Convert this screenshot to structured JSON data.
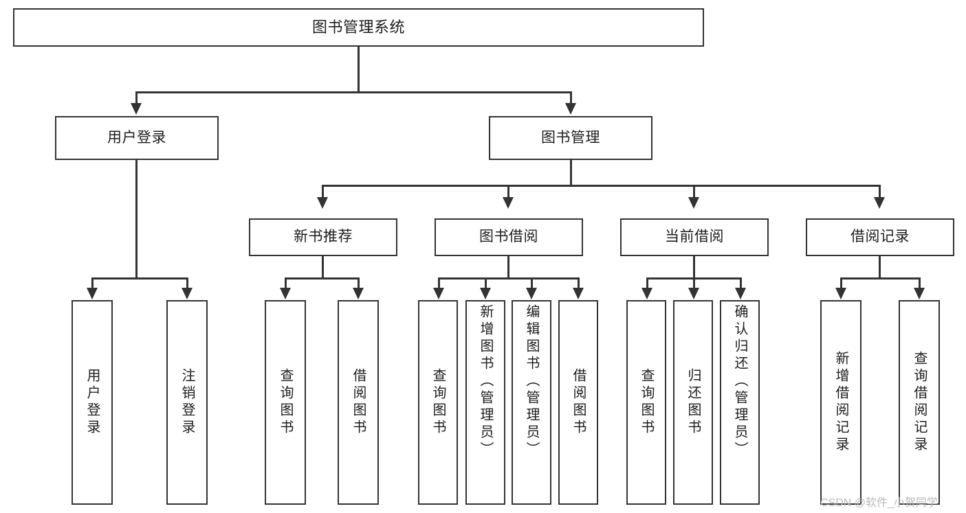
{
  "diagram": {
    "title": "图书管理系统",
    "type": "hierarchy-tree",
    "levels": 4
  },
  "root": {
    "label": "图书管理系统"
  },
  "level2": [
    {
      "label": "用户登录"
    },
    {
      "label": "图书管理"
    }
  ],
  "level3": [
    {
      "label": "新书推荐"
    },
    {
      "label": "图书借阅"
    },
    {
      "label": "当前借阅"
    },
    {
      "label": "借阅记录"
    }
  ],
  "leaves": {
    "user_login": [
      {
        "label": "用户登录"
      },
      {
        "label": "注销登录"
      }
    ],
    "new_book_recommend": [
      {
        "label": "查询图书"
      },
      {
        "label": "借阅图书"
      }
    ],
    "book_borrow": [
      {
        "label": "查询图书"
      },
      {
        "label": "新增图书（管理员）"
      },
      {
        "label": "编辑图书（管理员）"
      },
      {
        "label": "借阅图书"
      }
    ],
    "current_borrow": [
      {
        "label": "查询图书"
      },
      {
        "label": "归还图书"
      },
      {
        "label": "确认归还（管理员）"
      }
    ],
    "borrow_record": [
      {
        "label": "新增借阅记录"
      },
      {
        "label": "查询借阅记录"
      }
    ]
  },
  "watermark": {
    "text": "CSDN @软件_小贺同学"
  },
  "colors": {
    "stroke": "#333333",
    "fill": "#ffffff",
    "text": "#1c1c1c",
    "watermark": "#b9b9b9"
  }
}
